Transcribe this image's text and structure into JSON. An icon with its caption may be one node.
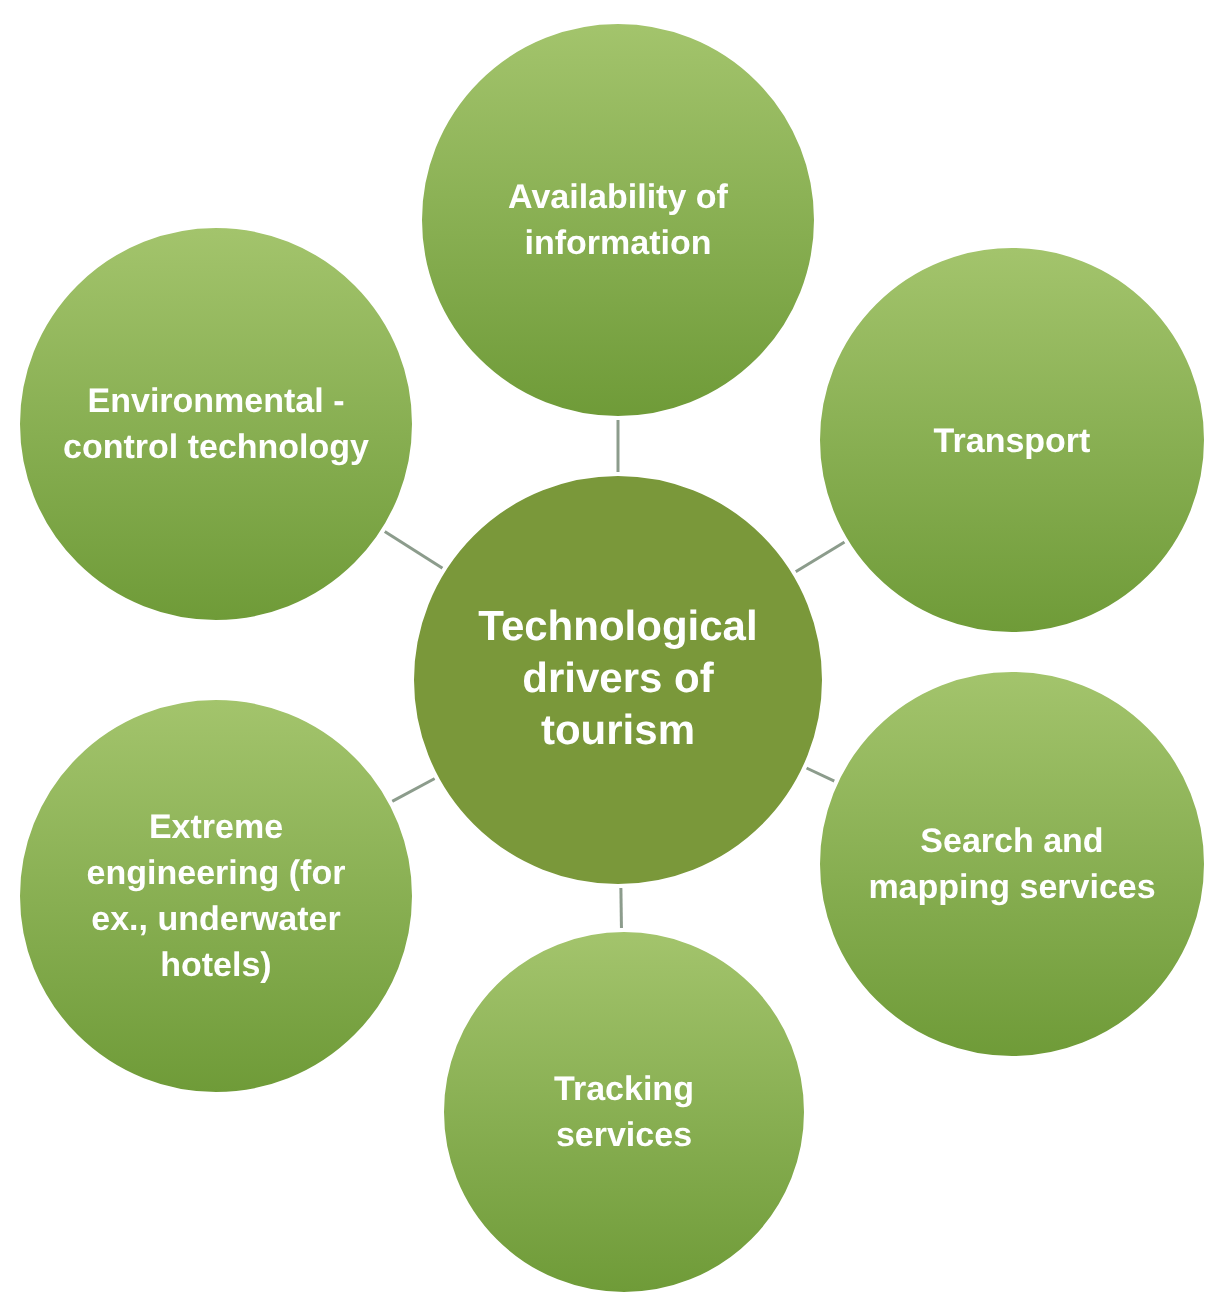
{
  "diagram": {
    "nodes": [
      {
        "text": [
          "Technological drivers of tourism"
        ]
      },
      {
        "text": [
          "Availability of information"
        ]
      },
      {
        "text": [
          "Transport"
        ]
      },
      {
        "text": [
          "Search and mapping services"
        ]
      },
      {
        "text": [
          "Tracking services"
        ]
      },
      {
        "text": [
          "Extreme engineering (for ex., underwater hotels)"
        ]
      },
      {
        "text": [
          "Environmental -control technology"
        ]
      }
    ],
    "edges": [
      {
        "from": 0,
        "to": 1,
        "arrow": "none"
      },
      {
        "from": 0,
        "to": 2,
        "arrow": "none"
      },
      {
        "from": 0,
        "to": 3,
        "arrow": "none"
      },
      {
        "from": 0,
        "to": 4,
        "arrow": "none"
      },
      {
        "from": 0,
        "to": 5,
        "arrow": "none"
      },
      {
        "from": 0,
        "to": 6,
        "arrow": "none"
      }
    ]
  }
}
